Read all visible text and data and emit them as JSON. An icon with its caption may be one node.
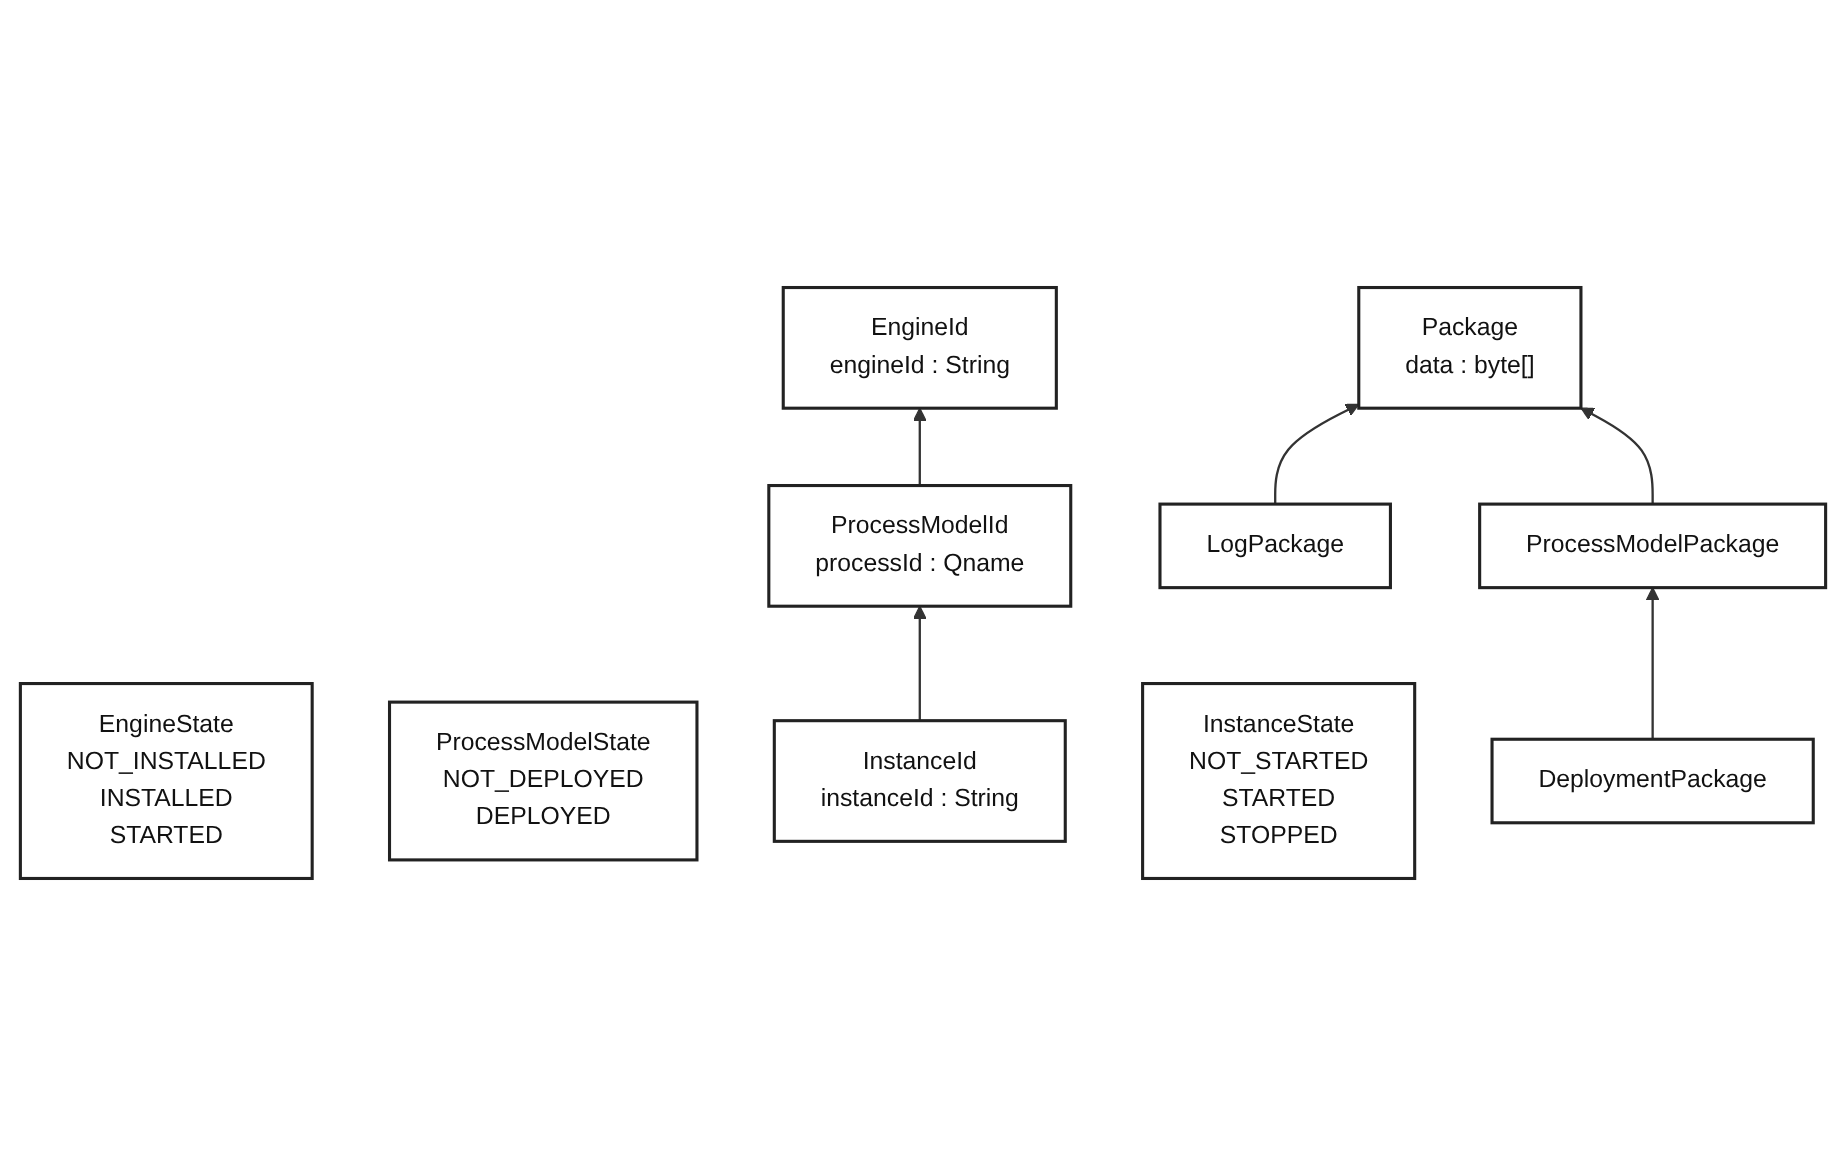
{
  "diagram": {
    "nodes": [
      {
        "text": [
          "EngineId",
          "engineId : String"
        ]
      },
      {
        "text": [
          "EngineState",
          "NOT_INSTALLED",
          "INSTALLED",
          "STARTED"
        ]
      },
      {
        "text": [
          "Package",
          "data : byte[]"
        ]
      },
      {
        "text": [
          "ProcessModelId",
          "processId : Qname"
        ]
      },
      {
        "text": [
          "ProcessModelState",
          "NOT_DEPLOYED",
          "DEPLOYED"
        ]
      },
      {
        "text": [
          "LogPackage"
        ]
      },
      {
        "text": [
          "ProcessModelPackage"
        ]
      },
      {
        "text": [
          "InstanceId",
          "instanceId : String"
        ]
      },
      {
        "text": [
          "InstanceState",
          "NOT_STARTED",
          "STARTED",
          "STOPPED"
        ]
      },
      {
        "text": [
          "DeploymentPackage"
        ]
      }
    ],
    "edges": [
      {
        "from": 3,
        "to": 0,
        "arrow": "to"
      },
      {
        "from": 7,
        "to": 3,
        "arrow": "to"
      },
      {
        "from": 5,
        "to": 2,
        "arrow": "to"
      },
      {
        "from": 6,
        "to": 2,
        "arrow": "to"
      },
      {
        "from": 9,
        "to": 6,
        "arrow": "to"
      }
    ]
  }
}
